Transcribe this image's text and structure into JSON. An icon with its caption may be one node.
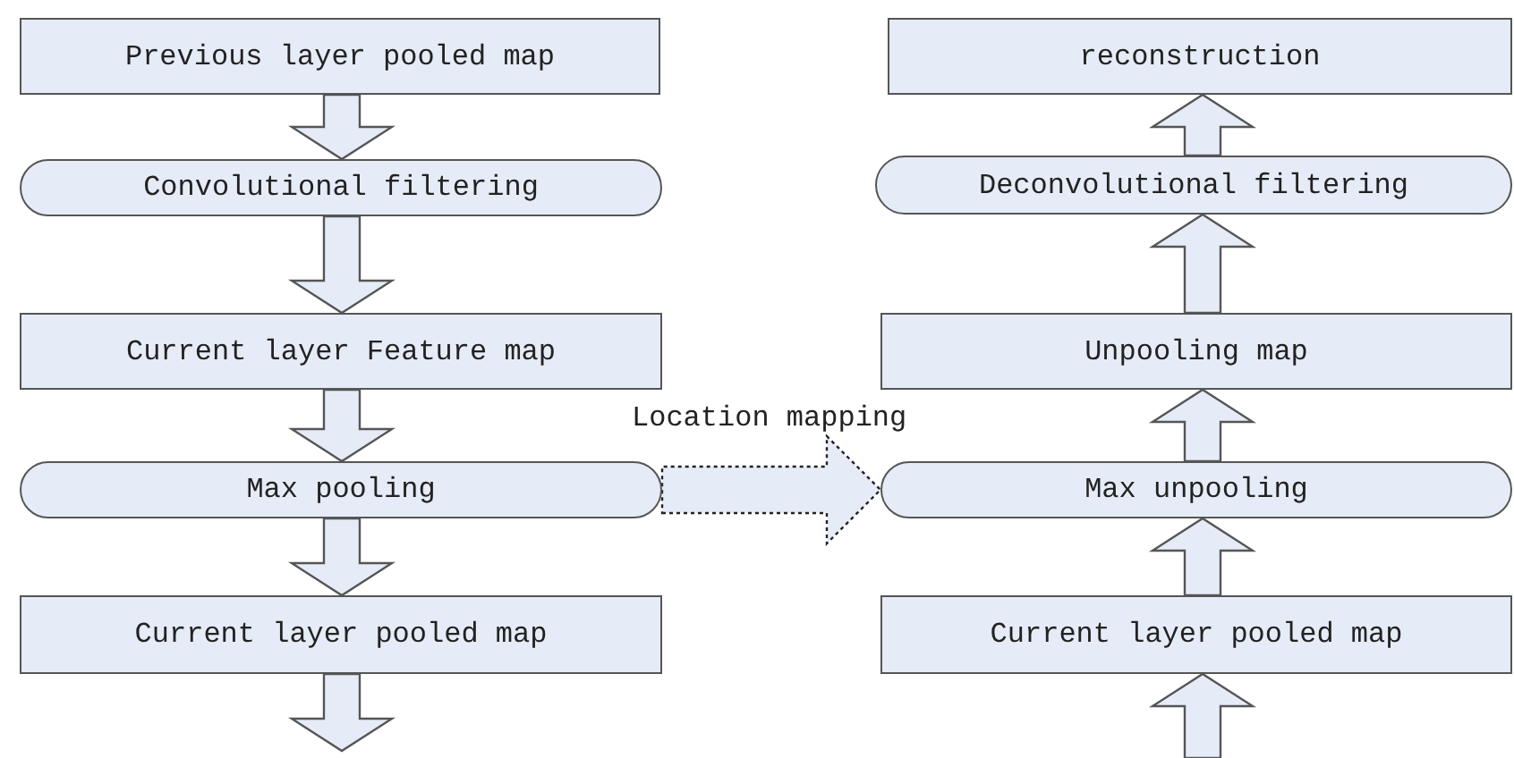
{
  "diagram": {
    "nodes": [
      {
        "text": [
          "Previous layer pooled map"
        ]
      },
      {
        "text": [
          "Convolutional filtering"
        ]
      },
      {
        "text": [
          "Current layer Feature map"
        ]
      },
      {
        "text": [
          "Max pooling"
        ]
      },
      {
        "text": [
          "Current layer pooled map"
        ]
      },
      {
        "text": [
          "reconstruction"
        ]
      },
      {
        "text": [
          "Deconvolutional filtering"
        ]
      },
      {
        "text": [
          "Unpooling map"
        ]
      },
      {
        "text": [
          "Max unpooling"
        ]
      },
      {
        "text": [
          "Current layer pooled map"
        ]
      }
    ],
    "edges": [
      {
        "from": 0,
        "to": 1,
        "arrow": "to"
      },
      {
        "from": 1,
        "to": 2,
        "arrow": "to"
      },
      {
        "from": 2,
        "to": 3,
        "arrow": "to"
      },
      {
        "from": 3,
        "to": 4,
        "arrow": "to"
      },
      {
        "from": 4,
        "to": null,
        "arrow": "to"
      },
      {
        "from": null,
        "to": 9,
        "arrow": "to"
      },
      {
        "from": 9,
        "to": 8,
        "arrow": "to"
      },
      {
        "from": 8,
        "to": 7,
        "arrow": "to"
      },
      {
        "from": 7,
        "to": 6,
        "arrow": "to"
      },
      {
        "from": 6,
        "to": 5,
        "arrow": "to"
      },
      {
        "from": 3,
        "to": 8,
        "arrow": "to",
        "label": "Location mapping",
        "style": "dashed"
      }
    ]
  }
}
